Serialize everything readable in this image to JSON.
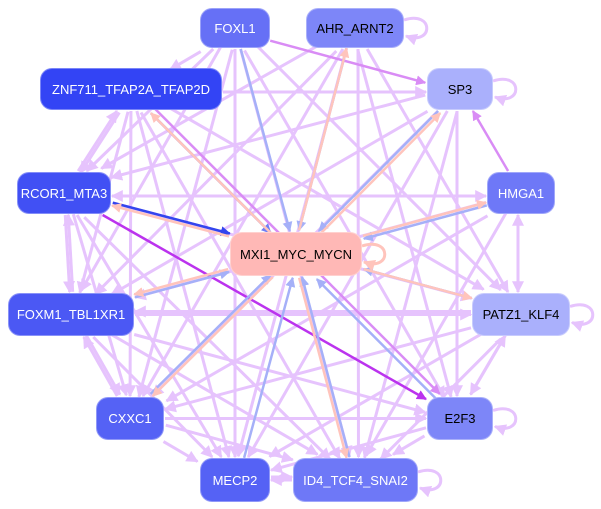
{
  "colors": {
    "edge_default": "#e6c3fd",
    "edge_blue_dark": "#3345ee",
    "edge_blue": "#6f7ff6",
    "edge_blue_light": "#a5b0f8",
    "edge_salmon": "#ffc4bc",
    "edge_purple": "#d98cf5",
    "edge_violet": "#bb33ee"
  },
  "nodes": [
    {
      "id": "foxl1",
      "label": "FOXL1",
      "fill": "#6670f6",
      "text": "#ffffff"
    },
    {
      "id": "ahr",
      "label": "AHR_ARNT2",
      "fill": "#7d86f8",
      "text": "#000000"
    },
    {
      "id": "znf",
      "label": "ZNF711_TFAP2A_TFAP2D",
      "fill": "#3344f5",
      "text": "#ffffff"
    },
    {
      "id": "sp3",
      "label": "SP3",
      "fill": "#aab0fc",
      "text": "#000000"
    },
    {
      "id": "rcor",
      "label": "RCOR1_MTA3",
      "fill": "#4150f4",
      "text": "#ffffff"
    },
    {
      "id": "hmga",
      "label": "HMGA1",
      "fill": "#6e78f7",
      "text": "#ffffff"
    },
    {
      "id": "mxi",
      "label": "MXI1_MYC_MYCN",
      "fill": "#ffb8b6",
      "text": "#000000"
    },
    {
      "id": "foxm",
      "label": "FOXM1_TBL1XR1",
      "fill": "#4b58f4",
      "text": "#ffffff"
    },
    {
      "id": "patz",
      "label": "PATZ1_KLF4",
      "fill": "#aab0fc",
      "text": "#000000"
    },
    {
      "id": "cxxc",
      "label": "CXXC1",
      "fill": "#5562f5",
      "text": "#ffffff"
    },
    {
      "id": "e2f3",
      "label": "E2F3",
      "fill": "#7d86f8",
      "text": "#000000"
    },
    {
      "id": "mecp",
      "label": "MECP2",
      "fill": "#5562f5",
      "text": "#ffffff"
    },
    {
      "id": "id4",
      "label": "ID4_TCF4_SNAI2",
      "fill": "#6e78f7",
      "text": "#ffffff"
    }
  ],
  "edges": [
    [
      "foxl1",
      "znf",
      "edge_default"
    ],
    [
      "foxl1",
      "rcor",
      "edge_default"
    ],
    [
      "foxl1",
      "foxm",
      "edge_default"
    ],
    [
      "foxl1",
      "cxxc",
      "edge_default"
    ],
    [
      "foxl1",
      "mecp",
      "edge_default"
    ],
    [
      "foxl1",
      "e2f3",
      "edge_default"
    ],
    [
      "foxl1",
      "patz",
      "edge_default"
    ],
    [
      "foxl1",
      "id4",
      "edge_default"
    ],
    [
      "ahr",
      "rcor",
      "edge_default"
    ],
    [
      "ahr",
      "foxm",
      "edge_default"
    ],
    [
      "ahr",
      "cxxc",
      "edge_default"
    ],
    [
      "ahr",
      "e2f3",
      "edge_default"
    ],
    [
      "ahr",
      "id4",
      "edge_default"
    ],
    [
      "ahr",
      "patz",
      "edge_default"
    ],
    [
      "ahr",
      "mecp",
      "edge_default"
    ],
    [
      "znf",
      "rcor",
      "edge_default"
    ],
    [
      "rcor",
      "znf",
      "edge_default"
    ],
    [
      "znf",
      "sp3",
      "edge_default"
    ],
    [
      "znf",
      "foxm",
      "edge_default"
    ],
    [
      "znf",
      "cxxc",
      "edge_default"
    ],
    [
      "znf",
      "id4",
      "edge_default"
    ],
    [
      "znf",
      "patz",
      "edge_default"
    ],
    [
      "znf",
      "mecp",
      "edge_default"
    ],
    [
      "sp3",
      "rcor",
      "edge_default"
    ],
    [
      "sp3",
      "foxm",
      "edge_default"
    ],
    [
      "sp3",
      "cxxc",
      "edge_default"
    ],
    [
      "sp3",
      "e2f3",
      "edge_default"
    ],
    [
      "sp3",
      "id4",
      "edge_default"
    ],
    [
      "sp3",
      "mecp",
      "edge_default"
    ],
    [
      "rcor",
      "hmga",
      "edge_default"
    ],
    [
      "hmga",
      "rcor",
      "edge_default"
    ],
    [
      "rcor",
      "foxm",
      "edge_default"
    ],
    [
      "foxm",
      "rcor",
      "edge_default"
    ],
    [
      "rcor",
      "patz",
      "edge_default"
    ],
    [
      "rcor",
      "mecp",
      "edge_default"
    ],
    [
      "rcor",
      "id4",
      "edge_default"
    ],
    [
      "rcor",
      "cxxc",
      "edge_default"
    ],
    [
      "hmga",
      "sp3",
      "edge_purple"
    ],
    [
      "hmga",
      "patz",
      "edge_default"
    ],
    [
      "patz",
      "hmga",
      "edge_default"
    ],
    [
      "hmga",
      "foxm",
      "edge_default"
    ],
    [
      "hmga",
      "id4",
      "edge_default"
    ],
    [
      "hmga",
      "cxxc",
      "edge_default"
    ],
    [
      "foxm",
      "patz",
      "edge_default"
    ],
    [
      "patz",
      "foxm",
      "edge_default"
    ],
    [
      "foxm",
      "cxxc",
      "edge_default"
    ],
    [
      "cxxc",
      "foxm",
      "edge_default"
    ],
    [
      "foxm",
      "e2f3",
      "edge_default"
    ],
    [
      "foxm",
      "id4",
      "edge_default"
    ],
    [
      "foxm",
      "mecp",
      "edge_default"
    ],
    [
      "patz",
      "e2f3",
      "edge_default"
    ],
    [
      "e2f3",
      "patz",
      "edge_default"
    ],
    [
      "patz",
      "cxxc",
      "edge_default"
    ],
    [
      "patz",
      "mecp",
      "edge_default"
    ],
    [
      "patz",
      "id4",
      "edge_default"
    ],
    [
      "cxxc",
      "e2f3",
      "edge_default"
    ],
    [
      "cxxc",
      "mecp",
      "edge_default"
    ],
    [
      "cxxc",
      "id4",
      "edge_default"
    ],
    [
      "e2f3",
      "mecp",
      "edge_default"
    ],
    [
      "e2f3",
      "id4",
      "edge_default"
    ],
    [
      "mecp",
      "id4",
      "edge_default"
    ],
    [
      "id4",
      "mecp",
      "edge_default"
    ],
    [
      "foxl1",
      "sp3",
      "edge_purple"
    ],
    [
      "znf",
      "e2f3",
      "edge_purple"
    ],
    [
      "rcor",
      "e2f3",
      "edge_violet"
    ],
    [
      "znf",
      "mxi",
      "edge_blue"
    ],
    [
      "rcor",
      "mxi",
      "edge_blue_dark"
    ],
    [
      "foxl1",
      "mxi",
      "edge_blue_light"
    ],
    [
      "ahr",
      "mxi",
      "edge_blue_light"
    ],
    [
      "mxi",
      "ahr",
      "edge_salmon"
    ],
    [
      "sp3",
      "mxi",
      "edge_blue_light"
    ],
    [
      "mxi",
      "sp3",
      "edge_salmon"
    ],
    [
      "hmga",
      "mxi",
      "edge_blue_light"
    ],
    [
      "mxi",
      "hmga",
      "edge_salmon"
    ],
    [
      "patz",
      "mxi",
      "edge_blue_light"
    ],
    [
      "mxi",
      "patz",
      "edge_salmon"
    ],
    [
      "foxm",
      "mxi",
      "edge_blue_light"
    ],
    [
      "mxi",
      "foxm",
      "edge_salmon"
    ],
    [
      "cxxc",
      "mxi",
      "edge_blue_light"
    ],
    [
      "mxi",
      "cxxc",
      "edge_salmon"
    ],
    [
      "mecp",
      "mxi",
      "edge_blue_light"
    ],
    [
      "e2f3",
      "mxi",
      "edge_blue_light"
    ],
    [
      "id4",
      "mxi",
      "edge_blue_light"
    ],
    [
      "mxi",
      "id4",
      "edge_salmon"
    ],
    [
      "mxi",
      "znf",
      "edge_salmon"
    ],
    [
      "mxi",
      "rcor",
      "edge_salmon"
    ]
  ],
  "self_loops": [
    [
      "ahr",
      "edge_default"
    ],
    [
      "sp3",
      "edge_default"
    ],
    [
      "patz",
      "edge_default"
    ],
    [
      "e2f3",
      "edge_default"
    ],
    [
      "id4",
      "edge_default"
    ],
    [
      "mxi",
      "edge_salmon"
    ]
  ]
}
